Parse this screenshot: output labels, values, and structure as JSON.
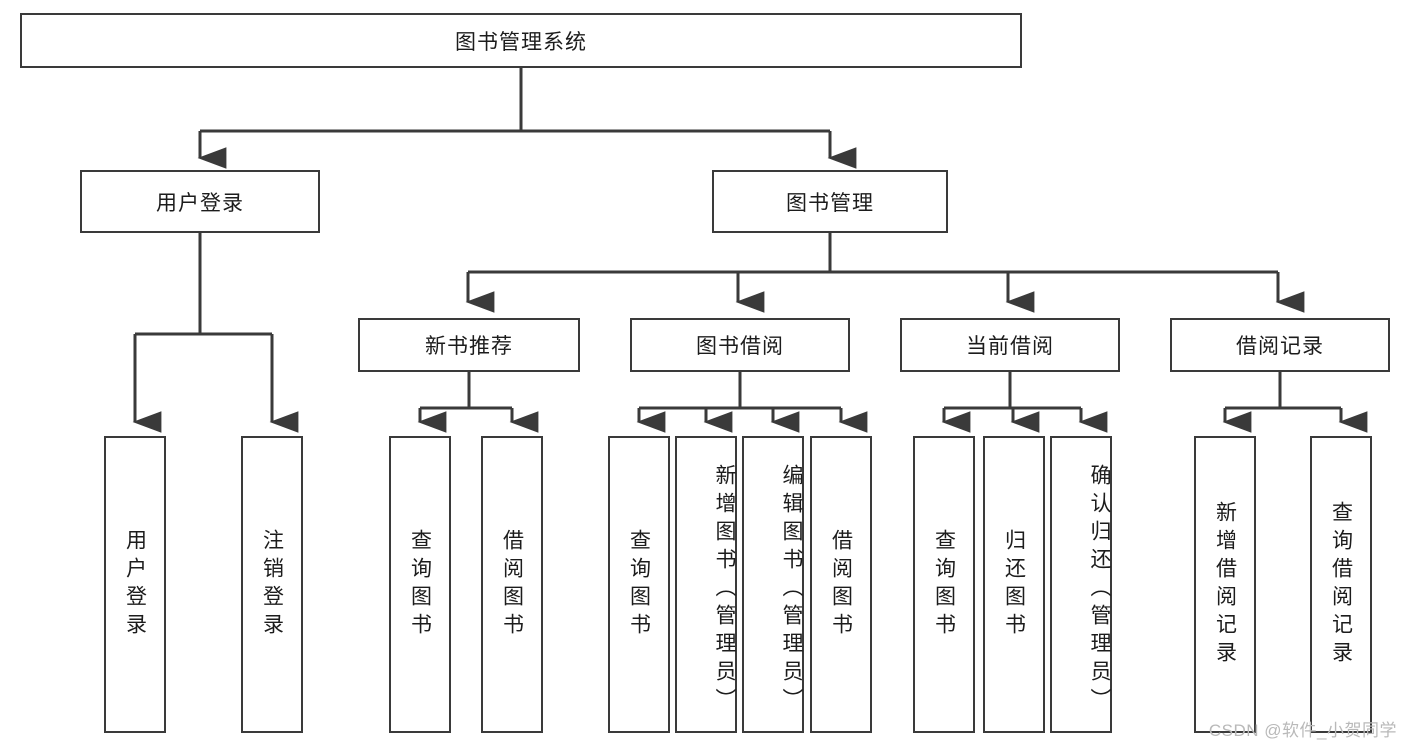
{
  "diagram": {
    "title": "图书管理系统",
    "type": "tree",
    "root": {
      "label": "图书管理系统"
    },
    "level1": [
      {
        "label": "用户登录"
      },
      {
        "label": "图书管理"
      }
    ],
    "level2": [
      {
        "label": "新书推荐"
      },
      {
        "label": "图书借阅"
      },
      {
        "label": "当前借阅"
      },
      {
        "label": "借阅记录"
      }
    ],
    "leaves": {
      "user_login": [
        {
          "label": "用户登录"
        },
        {
          "label": "注销登录"
        }
      ],
      "new_book_recommend": [
        {
          "label": "查询图书"
        },
        {
          "label": "借阅图书"
        }
      ],
      "book_borrow": [
        {
          "label": "查询图书"
        },
        {
          "label": "新增图书（管理员）"
        },
        {
          "label": "编辑图书（管理员）"
        },
        {
          "label": "借阅图书"
        }
      ],
      "current_borrow": [
        {
          "label": "查询图书"
        },
        {
          "label": "归还图书"
        },
        {
          "label": "确认归还（管理员）"
        }
      ],
      "borrow_record": [
        {
          "label": "新增借阅记录"
        },
        {
          "label": "查询借阅记录"
        }
      ]
    }
  },
  "watermark": {
    "text": "CSDN @软件_小贺同学"
  },
  "colors": {
    "box_border": "#3a3a3a",
    "box_fill": "#ffffff",
    "line": "#3a3a3a",
    "text": "#1c1c1c",
    "watermark": "#b9b9b9"
  }
}
